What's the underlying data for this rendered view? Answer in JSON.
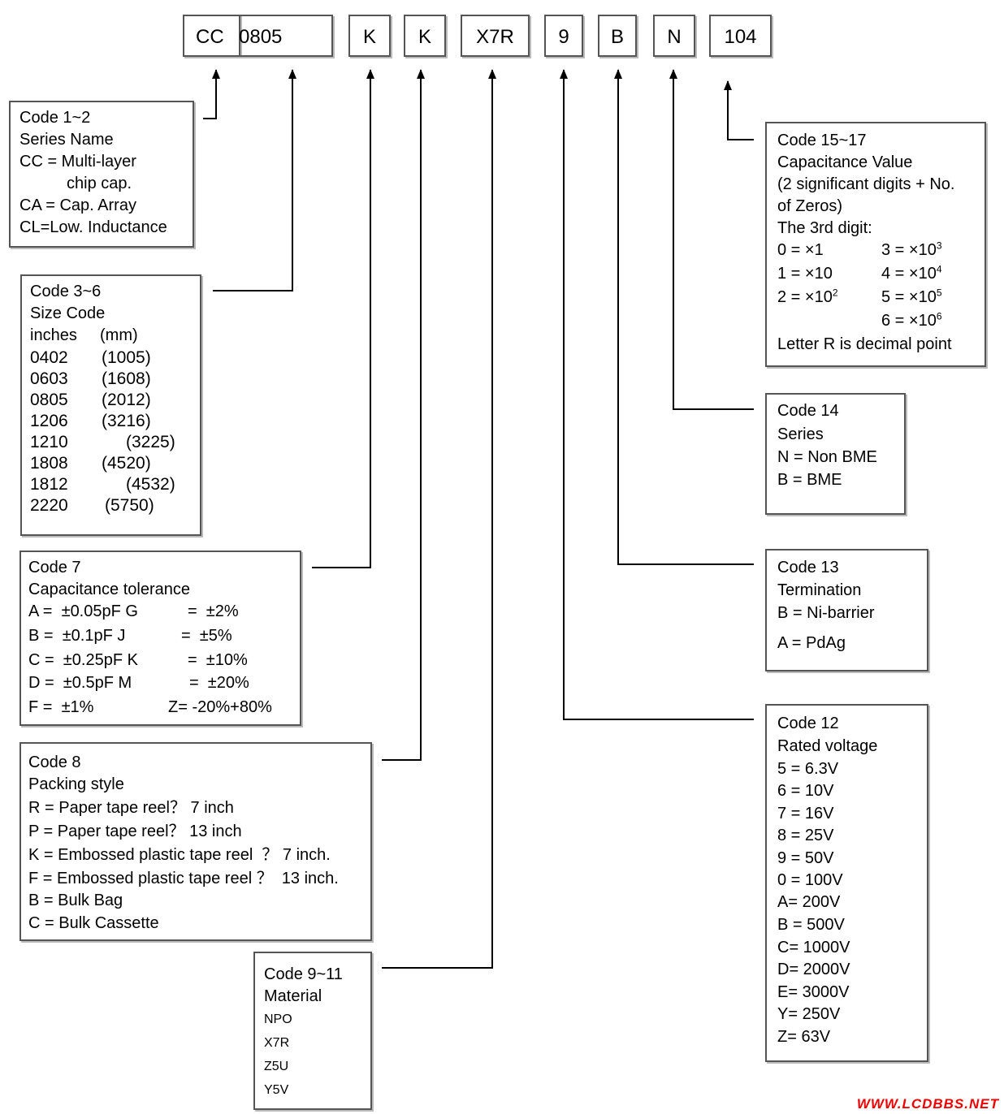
{
  "code_boxes": [
    "CC",
    "0805",
    "K",
    "K",
    "X7R",
    "9",
    "B",
    "N",
    "104"
  ],
  "series": {
    "title": "Code 1~2",
    "lines": [
      "Series Name",
      "CC = Multi-layer",
      "chip cap.",
      "CA = Cap. Array",
      "CL=Low. Inductance"
    ]
  },
  "size": {
    "title": "Code 3~6",
    "subtitle": "Size Code",
    "header": [
      "inches",
      "(mm)"
    ],
    "rows": [
      [
        "0402",
        "(1005)"
      ],
      [
        "0603",
        "(1608)"
      ],
      [
        "0805",
        "(2012)"
      ],
      [
        "1206",
        "(3216)"
      ],
      [
        "1210",
        "(3225)"
      ],
      [
        "1808",
        "(4520)"
      ],
      [
        "1812",
        "(4532)"
      ],
      [
        "2220",
        "(5750)"
      ]
    ]
  },
  "tolerance": {
    "title": "Code 7",
    "subtitle": "Capacitance tolerance",
    "rows": [
      [
        "A =  ±0.05pF G",
        "=  ±2%"
      ],
      [
        "B =  ±0.1pF J",
        "=  ±5%"
      ],
      [
        "C =  ±0.25pF K",
        "=  ±10%"
      ],
      [
        "D =  ±0.5pF M",
        "=  ±20%"
      ],
      [
        "F =  ±1%",
        "Z= -20%+80%"
      ]
    ]
  },
  "packing": {
    "title": "Code 8",
    "subtitle": "Packing style",
    "lines": [
      "R = Paper tape reel？ 7 inch",
      "P = Paper tape reel？ 13 inch",
      "K = Embossed plastic tape reel  ？ 7 inch.",
      "F = Embossed plastic tape reel ？  13 inch.",
      "B = Bulk Bag",
      "C = Bulk Cassette"
    ]
  },
  "material": {
    "title": "Code 9~11",
    "subtitle": "Material",
    "lines": [
      "NPO",
      "X7R",
      "Z5U",
      "Y5V"
    ]
  },
  "capacitance": {
    "title": "Code 15~17",
    "subtitle": "Capacitance Value",
    "desc1": "(2 significant digits + No.",
    "desc2": "of Zeros)",
    "desc3": "The 3rd digit:",
    "rows": [
      [
        "0 = ×1",
        "3 = ×10",
        "3"
      ],
      [
        "1 = ×10",
        "4 = ×10",
        "4"
      ],
      [
        "2 = ×10",
        "5 = ×10",
        "5"
      ],
      [
        "",
        "6 = ×10",
        "6"
      ]
    ],
    "left_sup": "2",
    "footer": "Letter R is decimal point"
  },
  "code14": {
    "title": "Code 14",
    "lines": [
      "Series",
      "N = Non BME",
      "B = BME"
    ]
  },
  "code13": {
    "title": "Code 13",
    "lines": [
      "Termination",
      "B = Ni-barrier",
      "A = PdAg"
    ]
  },
  "code12": {
    "title": "Code 12",
    "lines": [
      "Rated voltage",
      "5 = 6.3V",
      "6 = 10V",
      "7 = 16V",
      "8 = 25V",
      "9 = 50V",
      "0 = 100V",
      "A= 200V",
      "B = 500V",
      "C= 1000V",
      "D= 2000V",
      "E= 3000V",
      "Y= 250V",
      "Z= 63V"
    ]
  },
  "watermark": "WWW.LCDBBS.NET"
}
